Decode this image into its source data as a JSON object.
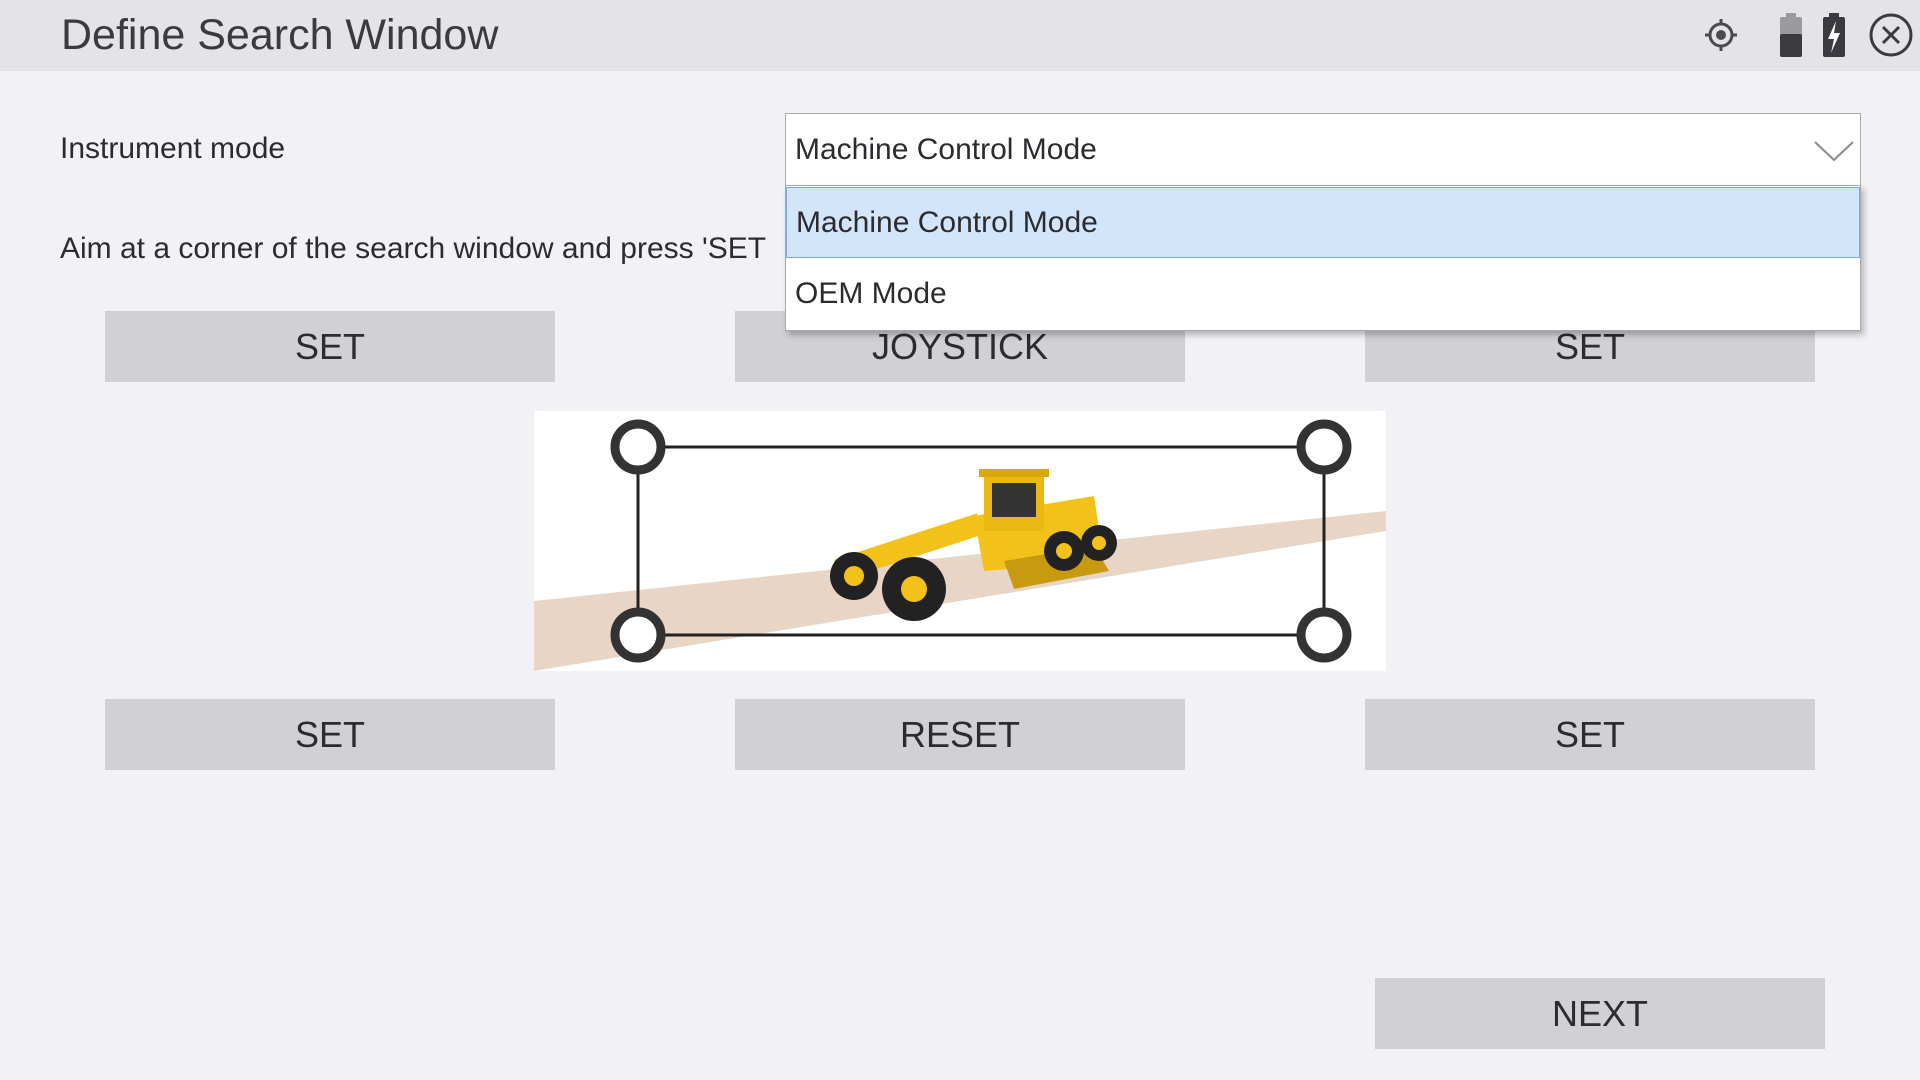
{
  "window": {
    "title": "Define Search Window"
  },
  "titlebar_icons": {
    "target": "target-icon",
    "battery": "battery-icon",
    "battery_charging": "battery-charging-icon",
    "close": "close-icon"
  },
  "instrument_mode": {
    "label": "Instrument mode",
    "selected_value": "Machine Control Mode",
    "options": [
      "Machine Control Mode",
      "OEM Mode"
    ],
    "highlighted_index": 0
  },
  "instruction": {
    "text": "Aim at a corner of the search window and press 'SET"
  },
  "buttons": {
    "set_top_left": "SET",
    "joystick": "JOYSTICK",
    "set_top_right": "SET",
    "set_bottom_left": "SET",
    "reset": "RESET",
    "set_bottom_right": "SET",
    "next": "NEXT"
  },
  "colors": {
    "background": "#f2f2f6",
    "titlebar": "#e3e3e8",
    "button": "#d0d0d5",
    "selected_option": "#d3e5fb",
    "road": "#e8d5c6",
    "grader_yellow": "#f2c21a"
  }
}
